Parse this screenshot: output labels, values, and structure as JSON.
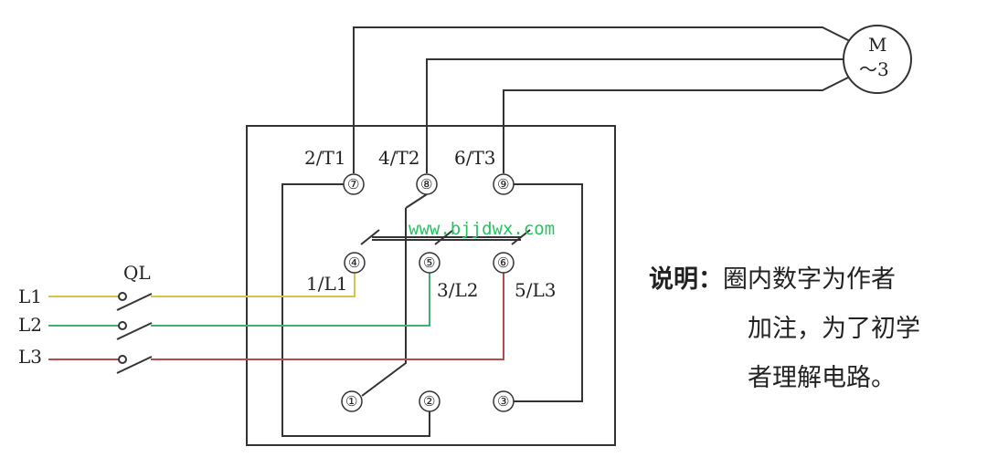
{
  "motor": {
    "label_top": "M",
    "label_bottom": "～3"
  },
  "terminals_top": [
    "2/T1",
    "4/T2",
    "6/T3"
  ],
  "terminals_bottom": [
    "1/L1",
    "3/L2",
    "5/L3"
  ],
  "lines": [
    "L1",
    "L2",
    "L3"
  ],
  "switch_label": "QL",
  "circle_numbers": [
    "⑦",
    "⑧",
    "⑨",
    "④",
    "⑤",
    "⑥",
    "①",
    "②",
    "③"
  ],
  "watermark": "www.bjjdwx.com",
  "note": {
    "title": "说明：",
    "line1": "圈内数字为作者",
    "line2": "加注，为了初学",
    "line3": "者理解电路。"
  },
  "colors": {
    "L1": "#d9c24a",
    "L2": "#3cb371",
    "L3": "#b84a4a",
    "wire": "#333333"
  }
}
